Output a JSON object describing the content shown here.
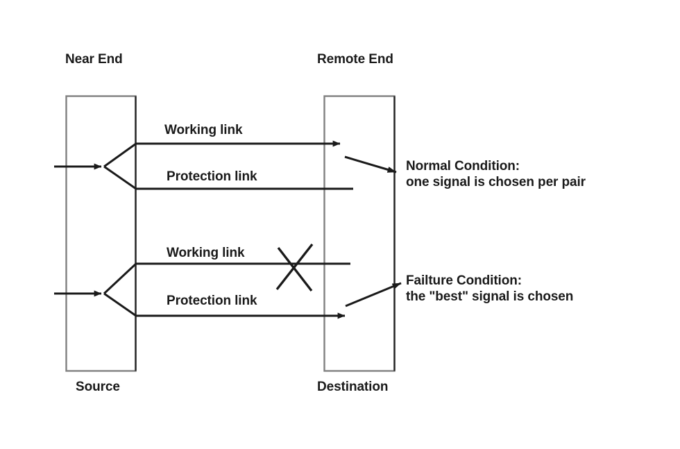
{
  "figure": {
    "background_color": "#ffffff",
    "line_color": "#1a1a1a",
    "box_stroke_color": "#808080",
    "text_color": "#1a1a1a"
  },
  "headers": {
    "near_end": "Near End",
    "remote_end": "Remote End"
  },
  "boxes": {
    "source": {
      "caption": "Source"
    },
    "destination": {
      "caption": "Destination"
    }
  },
  "pairs": [
    {
      "id": "upper-pair",
      "working_label": "Working link",
      "protection_label": "Protection link",
      "working_failed": false
    },
    {
      "id": "lower-pair",
      "working_label": "Working link",
      "protection_label": "Protection link",
      "working_failed": true
    }
  ],
  "notes": [
    {
      "id": "normal-condition",
      "title": "Normal Condition:",
      "detail": "one signal is chosen per pair"
    },
    {
      "id": "failure-condition",
      "title": "Failture Condition:",
      "detail": "the \"best\" signal is chosen"
    }
  ]
}
